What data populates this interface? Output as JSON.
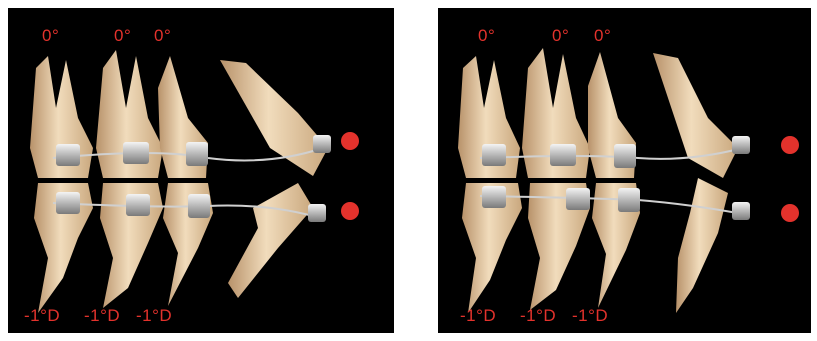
{
  "panels": [
    {
      "top_labels": [
        "0°",
        "0°",
        "0°"
      ],
      "bottom_labels": [
        "-1°D",
        "-1°D",
        "-1°D"
      ]
    },
    {
      "top_labels": [
        "0°",
        "0°",
        "0°"
      ],
      "bottom_labels": [
        "-1°D",
        "-1°D",
        "-1°D"
      ]
    }
  ],
  "colors": {
    "background": "#000000",
    "label": "#e3322c",
    "marker": "#e3322c",
    "tooth": "#e9cfa8",
    "bracket": "#c8c8c8"
  }
}
